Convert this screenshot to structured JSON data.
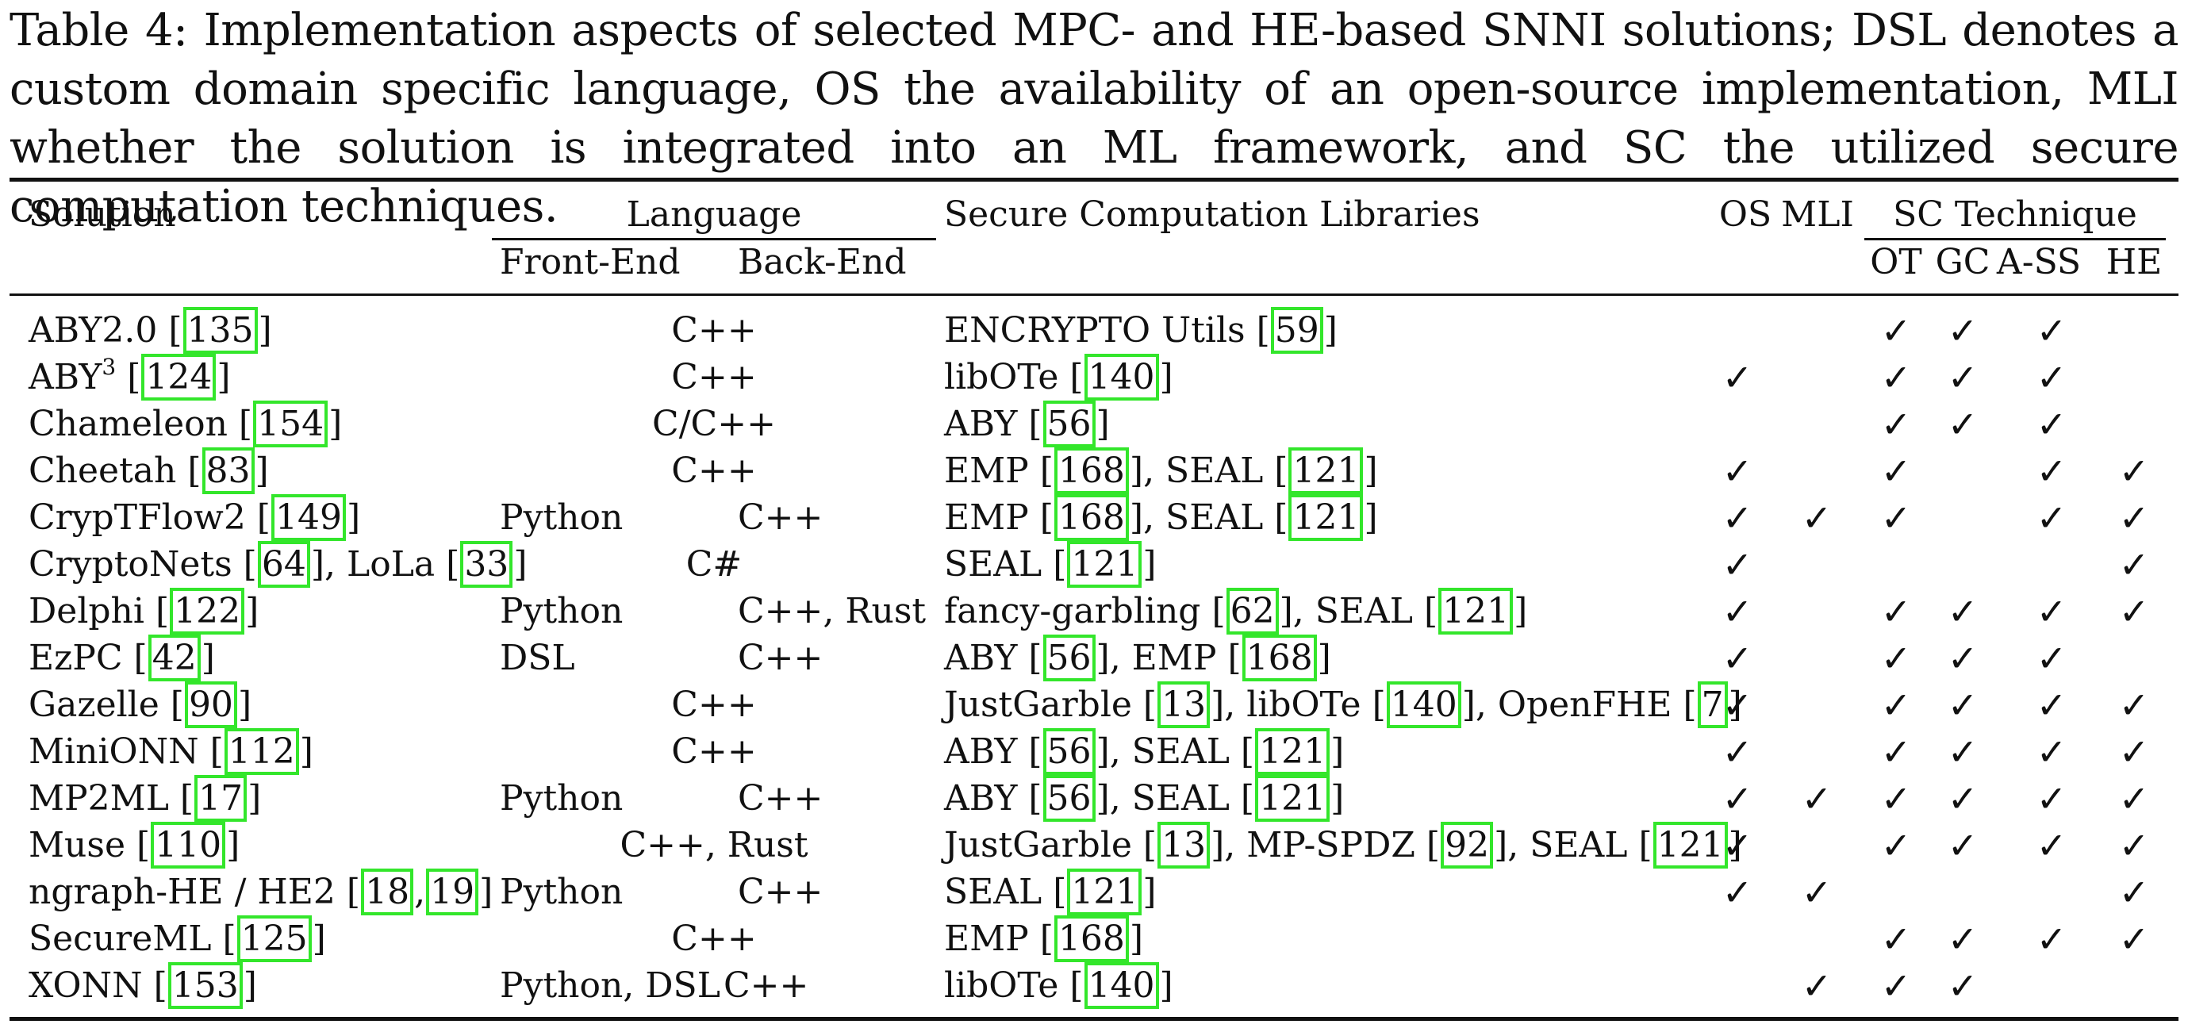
{
  "caption": "Table 4: Implementation aspects of selected MPC- and HE-based SNNI solutions; DSL denotes a custom domain specific language, OS the availability of an open-source implementation, MLI whether the solution is integrated into an ML framework, and SC the utilized secure computation techniques.",
  "headers": {
    "solution": "Solution",
    "language": "Language",
    "front_end": "Front-End",
    "back_end": "Back-End",
    "libraries": "Secure Computation Libraries",
    "os": "OS",
    "mli": "MLI",
    "sc_technique": "SC Technique",
    "ot": "OT",
    "gc": "GC",
    "ass": "A-SS",
    "he": "HE"
  },
  "check_symbol": "✓",
  "rows": [
    {
      "solution": [
        {
          "t": "ABY2.0 ["
        },
        {
          "r": "135"
        },
        {
          "t": "]"
        }
      ],
      "front": "",
      "back": "",
      "lang": "C++",
      "libs": [
        {
          "t": "ENCRYPTO Utils ["
        },
        {
          "r": "59"
        },
        {
          "t": "]"
        }
      ],
      "os": false,
      "mli": false,
      "ot": true,
      "gc": true,
      "ass": true,
      "he": false
    },
    {
      "solution": [
        {
          "t": "ABY"
        },
        {
          "s": "3"
        },
        {
          "t": " ["
        },
        {
          "r": "124"
        },
        {
          "t": "]"
        }
      ],
      "front": "",
      "back": "",
      "lang": "C++",
      "libs": [
        {
          "t": "libOTe ["
        },
        {
          "r": "140"
        },
        {
          "t": "]"
        }
      ],
      "os": true,
      "mli": false,
      "ot": true,
      "gc": true,
      "ass": true,
      "he": false
    },
    {
      "solution": [
        {
          "t": "Chameleon ["
        },
        {
          "r": "154"
        },
        {
          "t": "]"
        }
      ],
      "front": "",
      "back": "",
      "lang": "C/C++",
      "libs": [
        {
          "t": "ABY ["
        },
        {
          "r": "56"
        },
        {
          "t": "]"
        }
      ],
      "os": false,
      "mli": false,
      "ot": true,
      "gc": true,
      "ass": true,
      "he": false
    },
    {
      "solution": [
        {
          "t": "Cheetah ["
        },
        {
          "r": "83"
        },
        {
          "t": "]"
        }
      ],
      "front": "",
      "back": "",
      "lang": "C++",
      "libs": [
        {
          "t": "EMP ["
        },
        {
          "r": "168"
        },
        {
          "t": "], SEAL ["
        },
        {
          "r": "121"
        },
        {
          "t": "]"
        }
      ],
      "os": true,
      "mli": false,
      "ot": true,
      "gc": false,
      "ass": true,
      "he": true
    },
    {
      "solution": [
        {
          "t": "CrypTFlow2 ["
        },
        {
          "r": "149"
        },
        {
          "t": "]"
        }
      ],
      "front": "Python",
      "back": "C++",
      "lang": "",
      "libs": [
        {
          "t": "EMP ["
        },
        {
          "r": "168"
        },
        {
          "t": "], SEAL ["
        },
        {
          "r": "121"
        },
        {
          "t": "]"
        }
      ],
      "os": true,
      "mli": true,
      "ot": true,
      "gc": false,
      "ass": true,
      "he": true
    },
    {
      "solution": [
        {
          "t": "CryptoNets ["
        },
        {
          "r": "64"
        },
        {
          "t": "], LoLa ["
        },
        {
          "r": "33"
        },
        {
          "t": "]"
        }
      ],
      "front": "",
      "back": "",
      "lang": "C#",
      "libs": [
        {
          "t": "SEAL ["
        },
        {
          "r": "121"
        },
        {
          "t": "]"
        }
      ],
      "os": true,
      "mli": false,
      "ot": false,
      "gc": false,
      "ass": false,
      "he": true
    },
    {
      "solution": [
        {
          "t": "Delphi ["
        },
        {
          "r": "122"
        },
        {
          "t": "]"
        }
      ],
      "front": "Python",
      "back": "C++, Rust",
      "lang": "",
      "libs": [
        {
          "t": "fancy-garbling ["
        },
        {
          "r": "62"
        },
        {
          "t": "], SEAL ["
        },
        {
          "r": "121"
        },
        {
          "t": "]"
        }
      ],
      "os": true,
      "mli": false,
      "ot": true,
      "gc": true,
      "ass": true,
      "he": true
    },
    {
      "solution": [
        {
          "t": "EzPC ["
        },
        {
          "r": "42"
        },
        {
          "t": "]"
        }
      ],
      "front": "DSL",
      "back": "C++",
      "lang": "",
      "libs": [
        {
          "t": "ABY ["
        },
        {
          "r": "56"
        },
        {
          "t": "], EMP ["
        },
        {
          "r": "168"
        },
        {
          "t": "]"
        }
      ],
      "os": true,
      "mli": false,
      "ot": true,
      "gc": true,
      "ass": true,
      "he": false
    },
    {
      "solution": [
        {
          "t": "Gazelle ["
        },
        {
          "r": "90"
        },
        {
          "t": "]"
        }
      ],
      "front": "",
      "back": "",
      "lang": "C++",
      "libs": [
        {
          "t": "JustGarble ["
        },
        {
          "r": "13"
        },
        {
          "t": "], libOTe ["
        },
        {
          "r": "140"
        },
        {
          "t": "], OpenFHE ["
        },
        {
          "r": "7"
        },
        {
          "t": "]"
        }
      ],
      "os": true,
      "mli": false,
      "ot": true,
      "gc": true,
      "ass": true,
      "he": true
    },
    {
      "solution": [
        {
          "t": "MiniONN ["
        },
        {
          "r": "112"
        },
        {
          "t": "]"
        }
      ],
      "front": "",
      "back": "",
      "lang": "C++",
      "libs": [
        {
          "t": "ABY ["
        },
        {
          "r": "56"
        },
        {
          "t": "], SEAL ["
        },
        {
          "r": "121"
        },
        {
          "t": "]"
        }
      ],
      "os": true,
      "mli": false,
      "ot": true,
      "gc": true,
      "ass": true,
      "he": true
    },
    {
      "solution": [
        {
          "t": "MP2ML ["
        },
        {
          "r": "17"
        },
        {
          "t": "]"
        }
      ],
      "front": "Python",
      "back": "C++",
      "lang": "",
      "libs": [
        {
          "t": "ABY ["
        },
        {
          "r": "56"
        },
        {
          "t": "], SEAL ["
        },
        {
          "r": "121"
        },
        {
          "t": "]"
        }
      ],
      "os": true,
      "mli": true,
      "ot": true,
      "gc": true,
      "ass": true,
      "he": true
    },
    {
      "solution": [
        {
          "t": "Muse ["
        },
        {
          "r": "110"
        },
        {
          "t": "]"
        }
      ],
      "front": "",
      "back": "",
      "lang": "C++, Rust",
      "libs": [
        {
          "t": "JustGarble ["
        },
        {
          "r": "13"
        },
        {
          "t": "], MP-SPDZ ["
        },
        {
          "r": "92"
        },
        {
          "t": "], SEAL ["
        },
        {
          "r": "121"
        },
        {
          "t": "]"
        }
      ],
      "os": true,
      "mli": false,
      "ot": true,
      "gc": true,
      "ass": true,
      "he": true
    },
    {
      "solution": [
        {
          "t": "ngraph-HE / HE2 ["
        },
        {
          "r": "18"
        },
        {
          "t": ","
        },
        {
          "r": "19"
        },
        {
          "t": "]"
        }
      ],
      "front": "Python",
      "back": "C++",
      "lang": "",
      "libs": [
        {
          "t": "SEAL ["
        },
        {
          "r": "121"
        },
        {
          "t": "]"
        }
      ],
      "os": true,
      "mli": true,
      "ot": false,
      "gc": false,
      "ass": false,
      "he": true
    },
    {
      "solution": [
        {
          "t": "SecureML ["
        },
        {
          "r": "125"
        },
        {
          "t": "]"
        }
      ],
      "front": "",
      "back": "",
      "lang": "C++",
      "libs": [
        {
          "t": "EMP ["
        },
        {
          "r": "168"
        },
        {
          "t": "]"
        }
      ],
      "os": false,
      "mli": false,
      "ot": true,
      "gc": true,
      "ass": true,
      "he": true
    },
    {
      "solution": [
        {
          "t": "XONN ["
        },
        {
          "r": "153"
        },
        {
          "t": "]"
        }
      ],
      "front": "Python, DSL",
      "back": "C++",
      "lang": "",
      "libs": [
        {
          "t": "libOTe ["
        },
        {
          "r": "140"
        },
        {
          "t": "]"
        }
      ],
      "os": false,
      "mli": true,
      "ot": true,
      "gc": true,
      "ass": false,
      "he": false
    }
  ]
}
